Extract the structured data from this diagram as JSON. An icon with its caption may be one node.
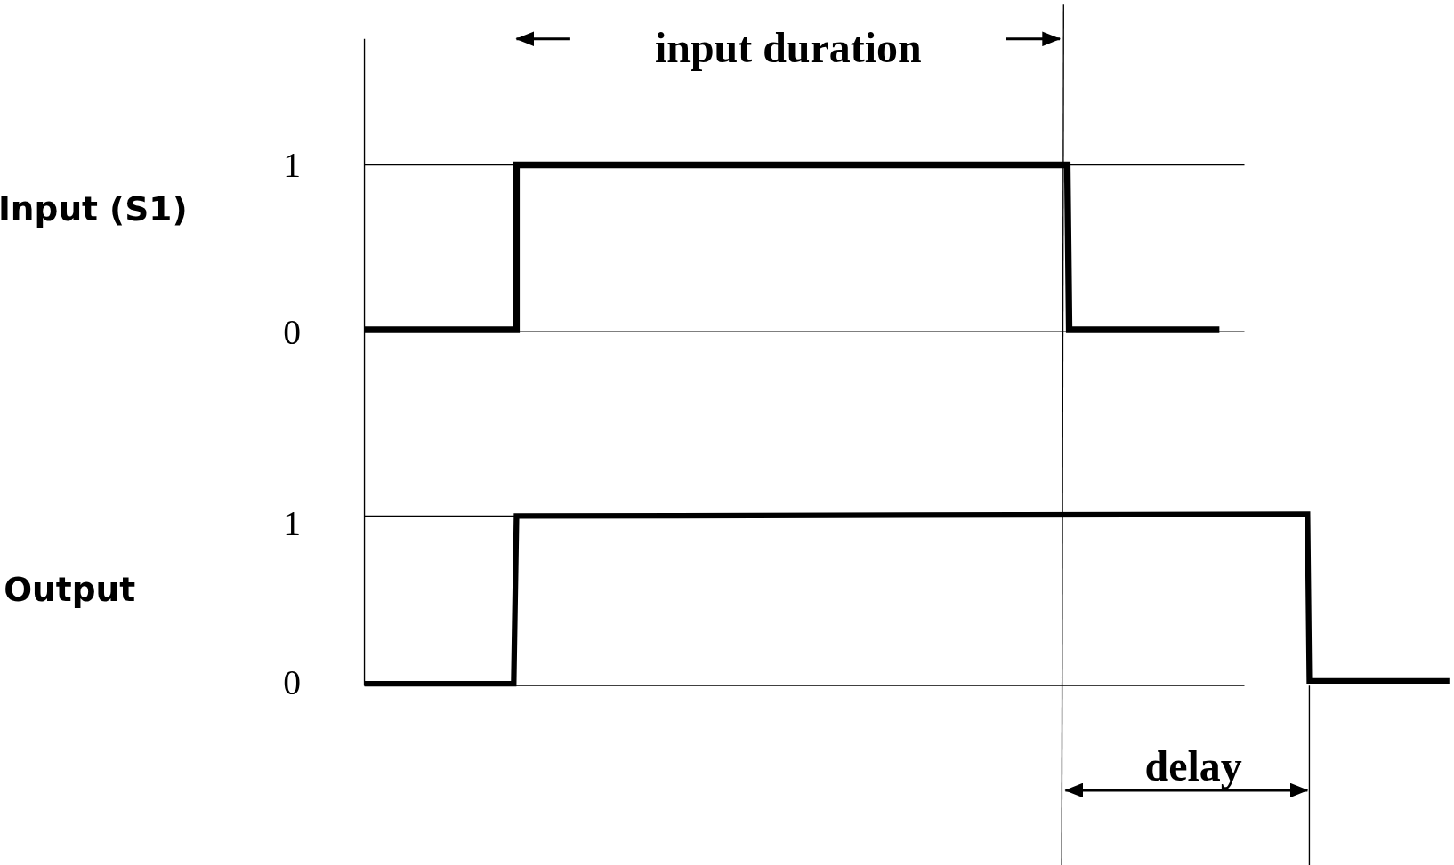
{
  "diagram": {
    "labels": [
      "input duration",
      "1",
      "Input (S1)",
      "0",
      "1",
      "Output",
      "0",
      "delay"
    ]
  }
}
